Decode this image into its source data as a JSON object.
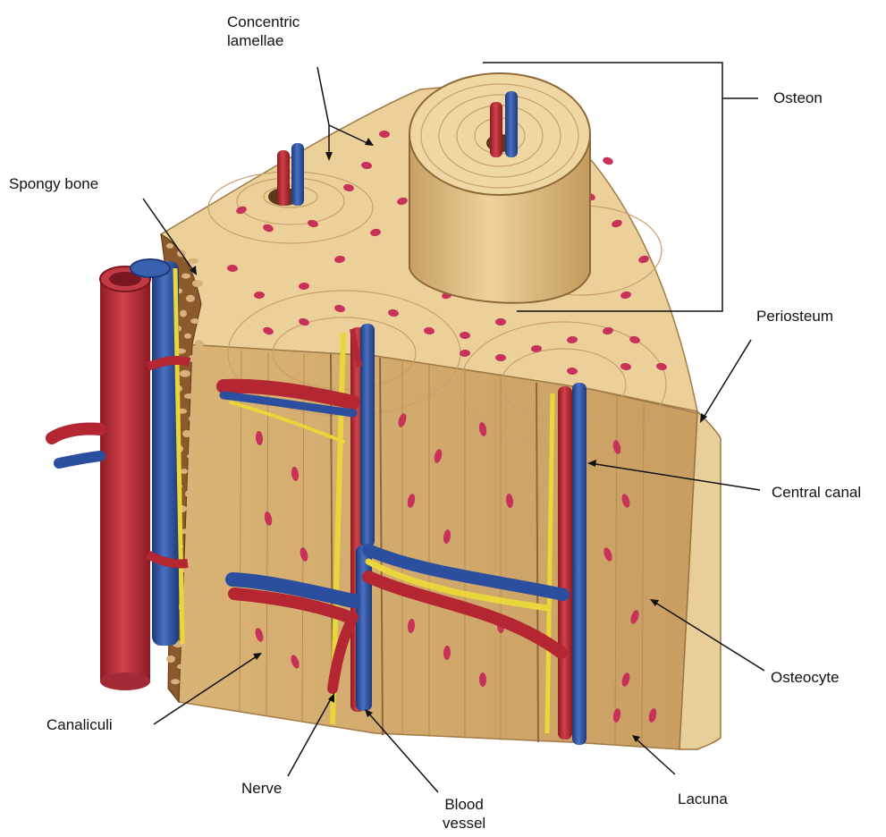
{
  "labels": {
    "concentric_lamellae": [
      "Concentric",
      "lamellae"
    ],
    "osteon": "Osteon",
    "spongy_bone": "Spongy bone",
    "periosteum": "Periosteum",
    "central_canal": "Central canal",
    "osteocyte": "Osteocyte",
    "canaliculi": "Canaliculi",
    "nerve": "Nerve",
    "blood_vessel": [
      "Blood",
      "vessel"
    ],
    "lacuna": "Lacuna"
  },
  "colors": {
    "bone": "#e6c58a",
    "bone_light": "#f0d6a2",
    "bone_dark": "#b88a52",
    "spongy": "#8a5a2c",
    "artery": "#b32632",
    "vein": "#2b4f9e",
    "nerve": "#e8d63a",
    "lacuna": "#c8325a"
  }
}
